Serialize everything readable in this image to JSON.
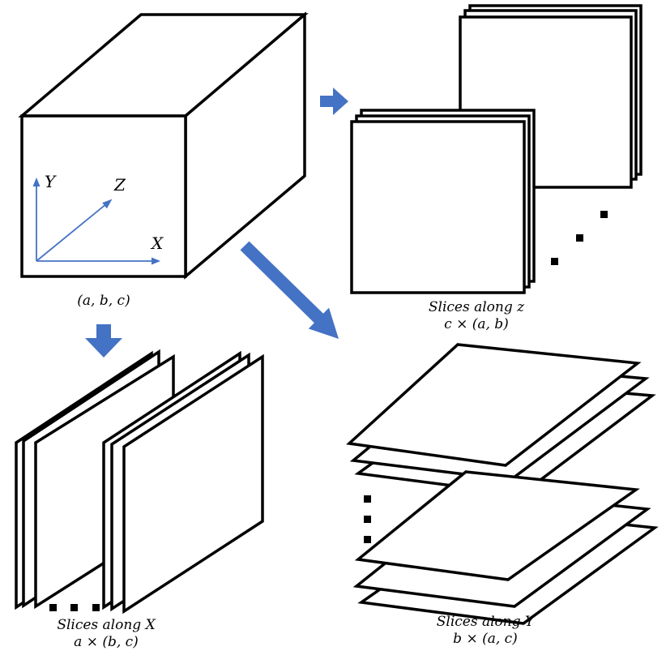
{
  "cube": {
    "axis_y": "Y",
    "axis_z": "Z",
    "axis_x": "X",
    "dims": "(a, b, c)"
  },
  "slices_z": {
    "title": "Slices along z",
    "formula": "c × (a, b)"
  },
  "slices_x": {
    "title": "Slices along X",
    "formula": "a × (b, c)"
  },
  "slices_y": {
    "title": "Slices along Y",
    "formula": "b × (a, c)"
  },
  "colors": {
    "arrow": "#4472C4",
    "axis": "#4472C4",
    "outline": "#000000"
  }
}
